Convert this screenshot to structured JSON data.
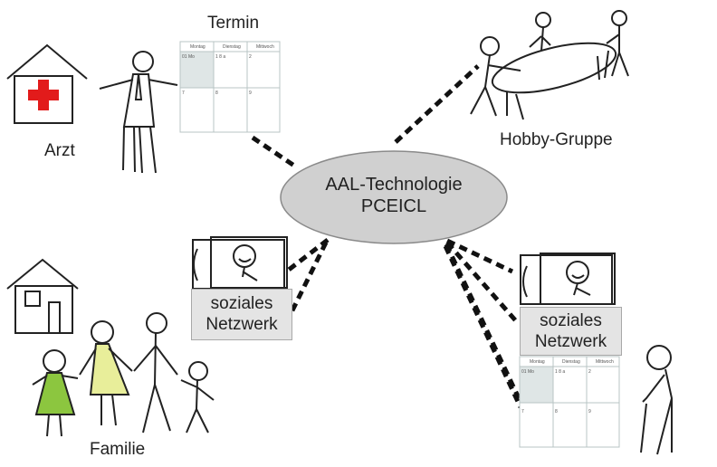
{
  "center": {
    "line1": "AAL-Technologie",
    "line2": "PCEICL"
  },
  "labels": {
    "arzt": "Arzt",
    "termin": "Termin",
    "hobby": "Hobby-Gruppe",
    "familie": "Familie"
  },
  "social_left": {
    "line1": "soziales",
    "line2": "Netzwerk"
  },
  "social_right": {
    "line1": "soziales",
    "line2": "Netzwerk"
  },
  "calendar_top": {
    "headers": [
      "Montag",
      "Dienstag",
      "Mittwoch"
    ],
    "row1": [
      "01 Mo",
      "1 8 a",
      "2"
    ],
    "row2": [
      "7",
      "8",
      "9"
    ]
  },
  "calendar_bottom": {
    "headers": [
      "Montag",
      "Dienstag",
      "Mittwoch"
    ],
    "row1": [
      "01 Mo",
      "1 8 a",
      "2"
    ],
    "row2": [
      "7",
      "8",
      "9"
    ]
  },
  "colors": {
    "cross": "#e21b1b",
    "dress": "#8cc63f",
    "dress_light": "#e8ee9a",
    "ellipse": "#d0d0d0",
    "box": "#e4e4e4"
  }
}
